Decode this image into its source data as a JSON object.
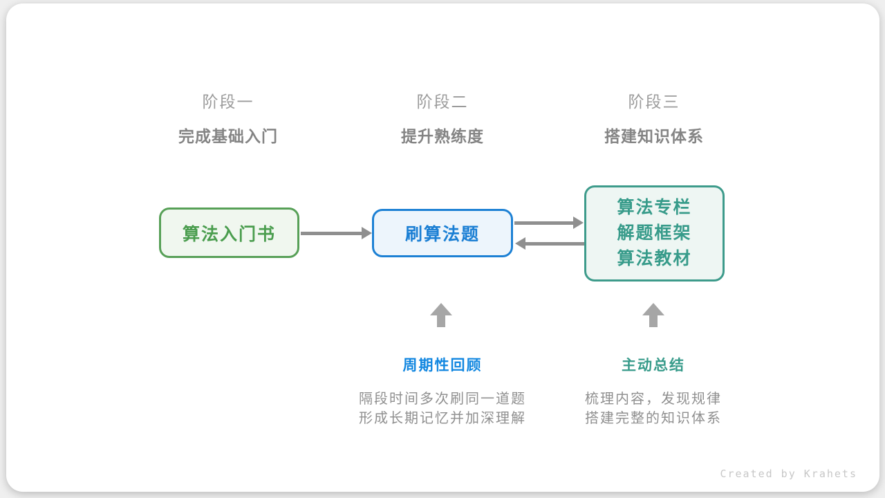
{
  "stages": [
    {
      "label": "阶段一",
      "subtitle": "完成基础入门"
    },
    {
      "label": "阶段二",
      "subtitle": "提升熟练度"
    },
    {
      "label": "阶段三",
      "subtitle": "搭建知识体系"
    }
  ],
  "nodes": {
    "intro_book": {
      "label": "算法入门书"
    },
    "practice": {
      "label": "刷算法题"
    },
    "knowledge": {
      "lines": [
        "算法专栏",
        "解题框架",
        "算法教材"
      ]
    }
  },
  "callouts": {
    "review": {
      "title": "周期性回顾",
      "desc1": "隔段时间多次刷同一道题",
      "desc2": "形成长期记忆并加深理解"
    },
    "summarize": {
      "title": "主动总结",
      "desc1": "梳理内容，发现规律",
      "desc2": "搭建完整的知识体系"
    }
  },
  "footer": {
    "credit": "Created by Krahets"
  },
  "colors": {
    "green": "#4a9d4e",
    "blue": "#1b7fd4",
    "teal": "#379b8a",
    "connector_arrow": "#8f8f8f",
    "block_arrow": "#a6a6a6",
    "stage_label": "#9b9b9b",
    "stage_subtitle": "#848484",
    "description_text": "#8f8f8f",
    "credit_text": "#c7c7c7"
  }
}
